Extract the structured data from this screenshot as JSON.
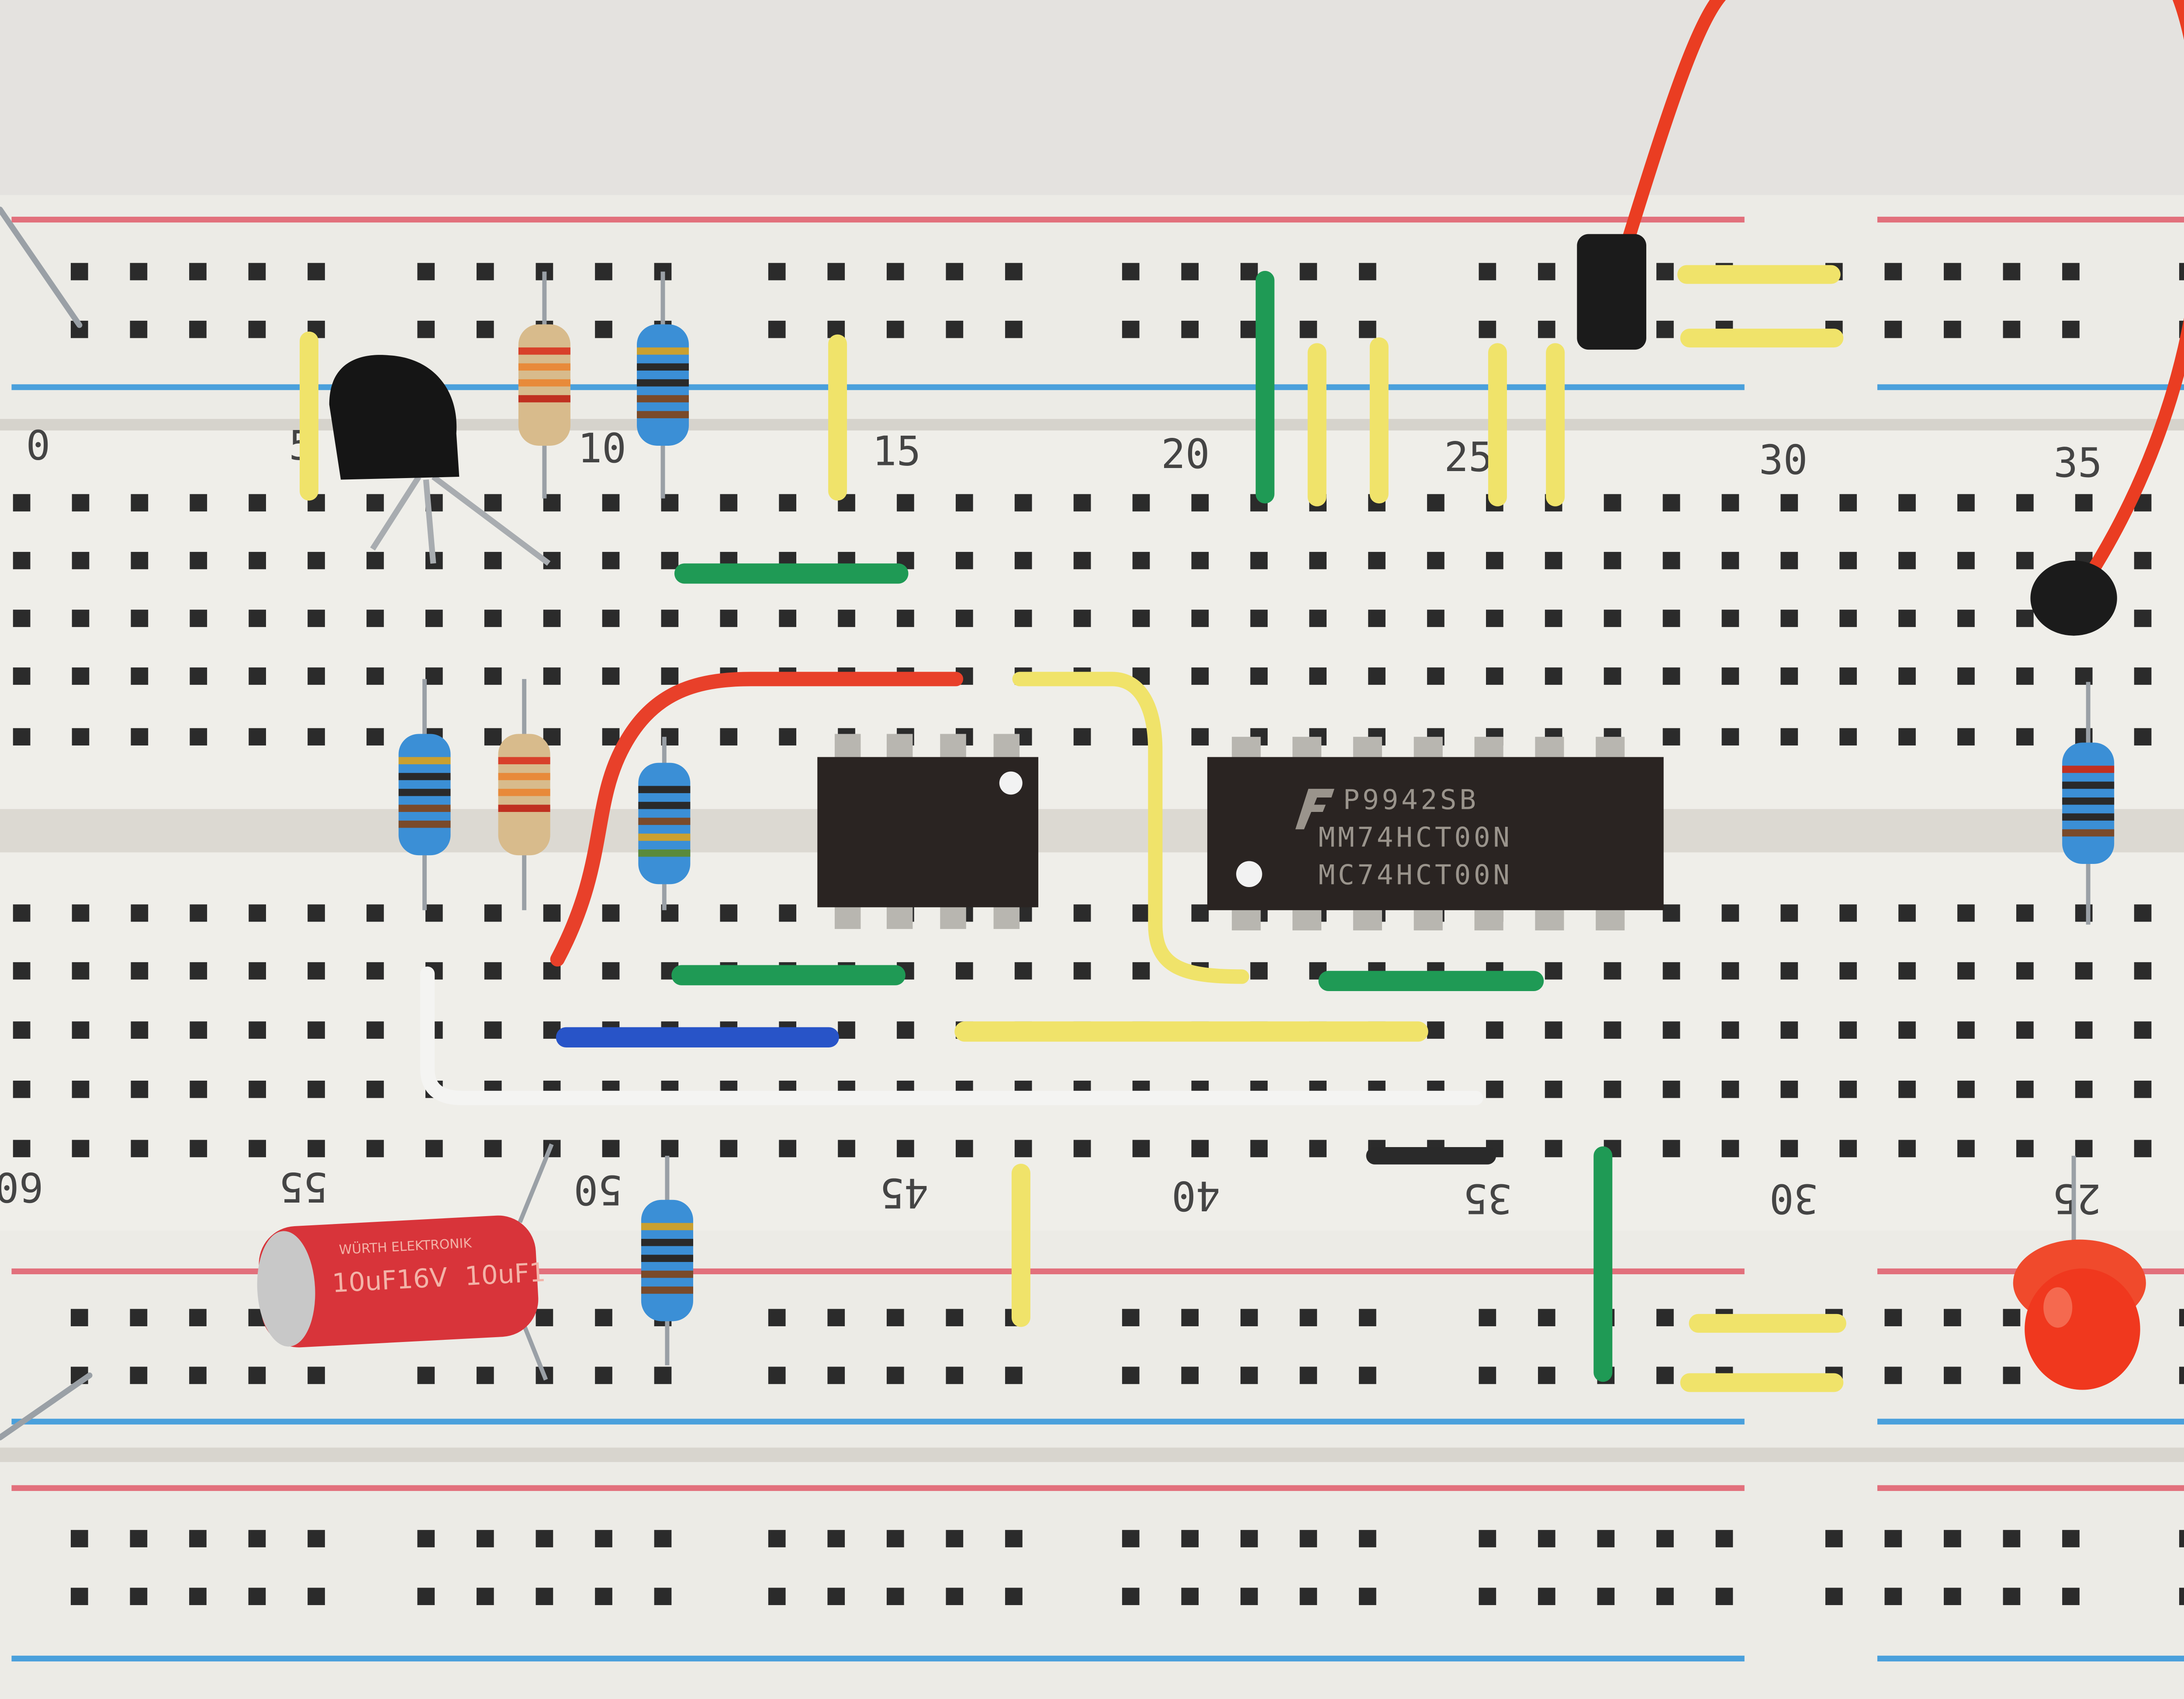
{
  "scene": {
    "subject": "breadboard",
    "top_row_numbers": [
      "0",
      "5",
      "10",
      "15",
      "20",
      "25",
      "30",
      "35"
    ],
    "bottom_row_numbers": [
      "60",
      "55",
      "50",
      "45",
      "40",
      "35",
      "30",
      "25"
    ],
    "ic_large": {
      "line1": "P9942SB",
      "line2": "MM74HCT00N",
      "line3": "MC74HCT00N"
    },
    "capacitor": {
      "brand": "WÜRTH ELEKTRONIK",
      "value": "10uF16V",
      "value_repeat": "10uF1"
    },
    "colors": {
      "board": "#ecebe6",
      "red_rail": "#e2707c",
      "blue_rail": "#4aa0dc",
      "wire_red": "#e8402a",
      "wire_green": "#1f9a55",
      "wire_yellow": "#f0e36a",
      "wire_blue": "#2854c8",
      "led": "#f03a22"
    }
  }
}
